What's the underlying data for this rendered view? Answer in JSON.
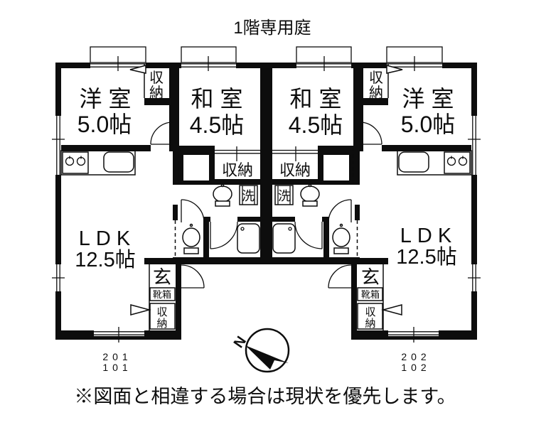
{
  "title": "1階専用庭",
  "footer_note": "※図面と相違する場合は現状を優先します。",
  "compass": {
    "north": "N"
  },
  "labels": {
    "western_room": "洋 室",
    "western_size": "5.0帖",
    "japanese_room": "和 室",
    "japanese_size": "4.5帖",
    "ldk": "LDK",
    "ldk_size": "12.5帖",
    "closet": "収納",
    "closet_char_1": "収",
    "closet_char_2": "納",
    "entrance": "玄",
    "shoe_box": "靴箱",
    "washing_machine": "洗"
  },
  "units": [
    {
      "name": "left-unit",
      "numbers": [
        "201",
        "101"
      ]
    },
    {
      "name": "right-unit",
      "numbers": [
        "202",
        "102"
      ]
    }
  ],
  "colors": {
    "line": "#0d0d0d",
    "background": "#ffffff"
  }
}
